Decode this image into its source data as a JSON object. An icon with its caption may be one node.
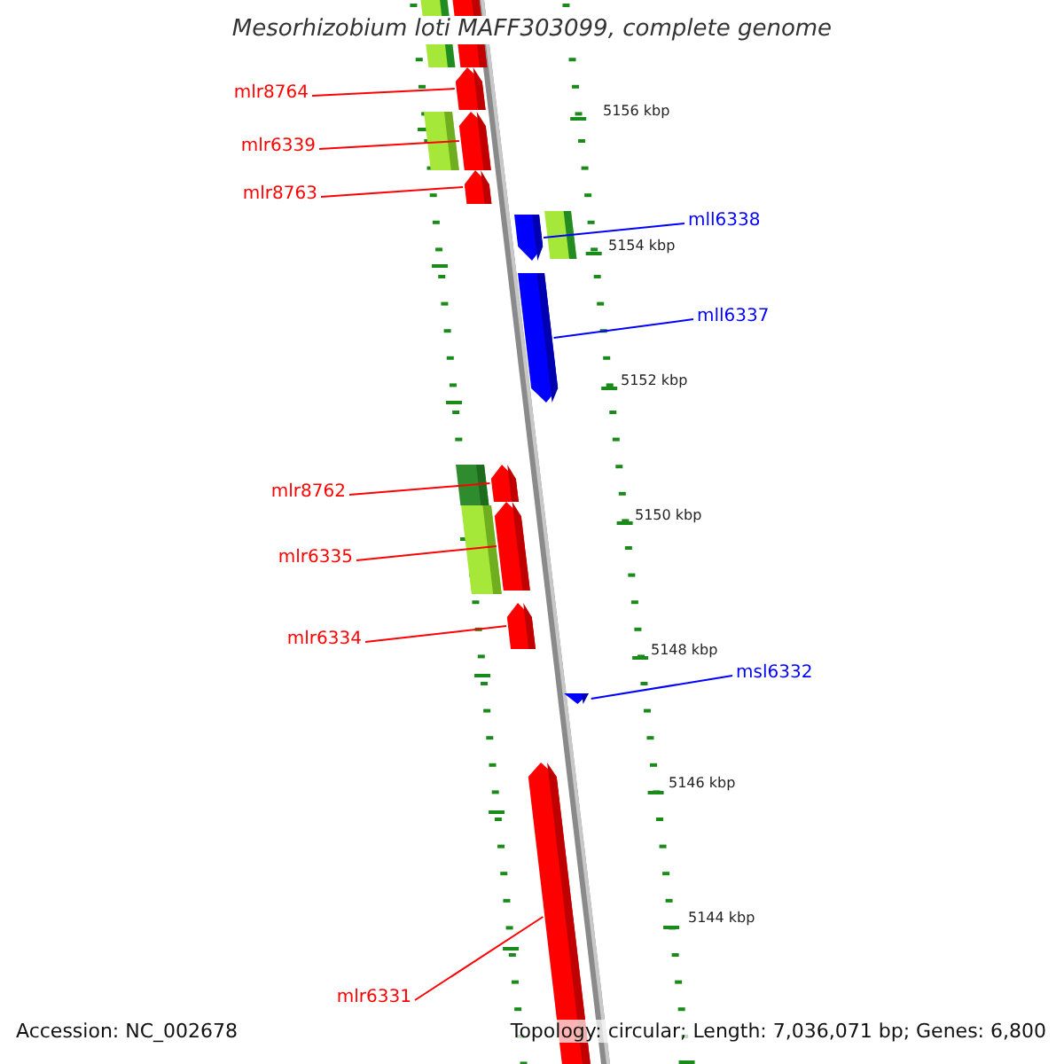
{
  "diagram": {
    "title": "Mesorhizobium loti MAFF303099, complete genome",
    "nodes": [
      {
        "text": [],
        "shape": "bar"
      },
      {
        "text": [],
        "shape": "bar"
      },
      {
        "text": [
          "mlr8764"
        ]
      },
      {
        "text": [],
        "shape": "arrow"
      },
      {
        "text": [
          "mlr6339"
        ]
      },
      {
        "text": [],
        "shape": "bar"
      },
      {
        "text": [],
        "shape": "arrow"
      },
      {
        "text": [
          "mlr8763"
        ]
      },
      {
        "text": [],
        "shape": "arrow"
      },
      {
        "text": [
          "mll6338"
        ]
      },
      {
        "text": [],
        "shape": "arrow"
      },
      {
        "text": [],
        "shape": "bar"
      },
      {
        "text": [
          "mll6337"
        ]
      },
      {
        "text": [],
        "shape": "arrow"
      },
      {
        "text": [
          "mlr8762"
        ]
      },
      {
        "text": [],
        "shape": "bar"
      },
      {
        "text": [],
        "shape": "arrow"
      },
      {
        "text": [
          "mlr6335"
        ]
      },
      {
        "text": [],
        "shape": "bar"
      },
      {
        "text": [],
        "shape": "arrow"
      },
      {
        "text": [
          "mlr6334"
        ]
      },
      {
        "text": [],
        "shape": "arrow"
      },
      {
        "text": [
          "msl6332"
        ]
      },
      {
        "text": [],
        "shape": "arrow"
      },
      {
        "text": [
          "mlr6331"
        ]
      },
      {
        "text": [],
        "shape": "arrow"
      }
    ],
    "edges": [
      {
        "from": 2,
        "to": 3,
        "arrow": "none"
      },
      {
        "from": 4,
        "to": 6,
        "arrow": "none"
      },
      {
        "from": 7,
        "to": 8,
        "arrow": "none"
      },
      {
        "from": 9,
        "to": 10,
        "arrow": "none",
        "color": "#0000ff"
      },
      {
        "from": 12,
        "to": 13,
        "arrow": "none",
        "color": "#0000ff"
      },
      {
        "from": 14,
        "to": 16,
        "arrow": "none"
      },
      {
        "from": 17,
        "to": 19,
        "arrow": "none"
      },
      {
        "from": 20,
        "to": 21,
        "arrow": "none"
      },
      {
        "from": 22,
        "to": 23,
        "arrow": "none",
        "color": "#0000ff"
      },
      {
        "from": 24,
        "to": 25,
        "arrow": "none"
      }
    ],
    "labels": [
      "5156 kbp",
      "5154 kbp",
      "5152 kbp",
      "5150 kbp",
      "5148 kbp",
      "5146 kbp",
      "5144 kbp",
      "Accession: NC_002678",
      "Topology: circular; Length: 7,036,071 bp; Genes: 6,800"
    ]
  }
}
